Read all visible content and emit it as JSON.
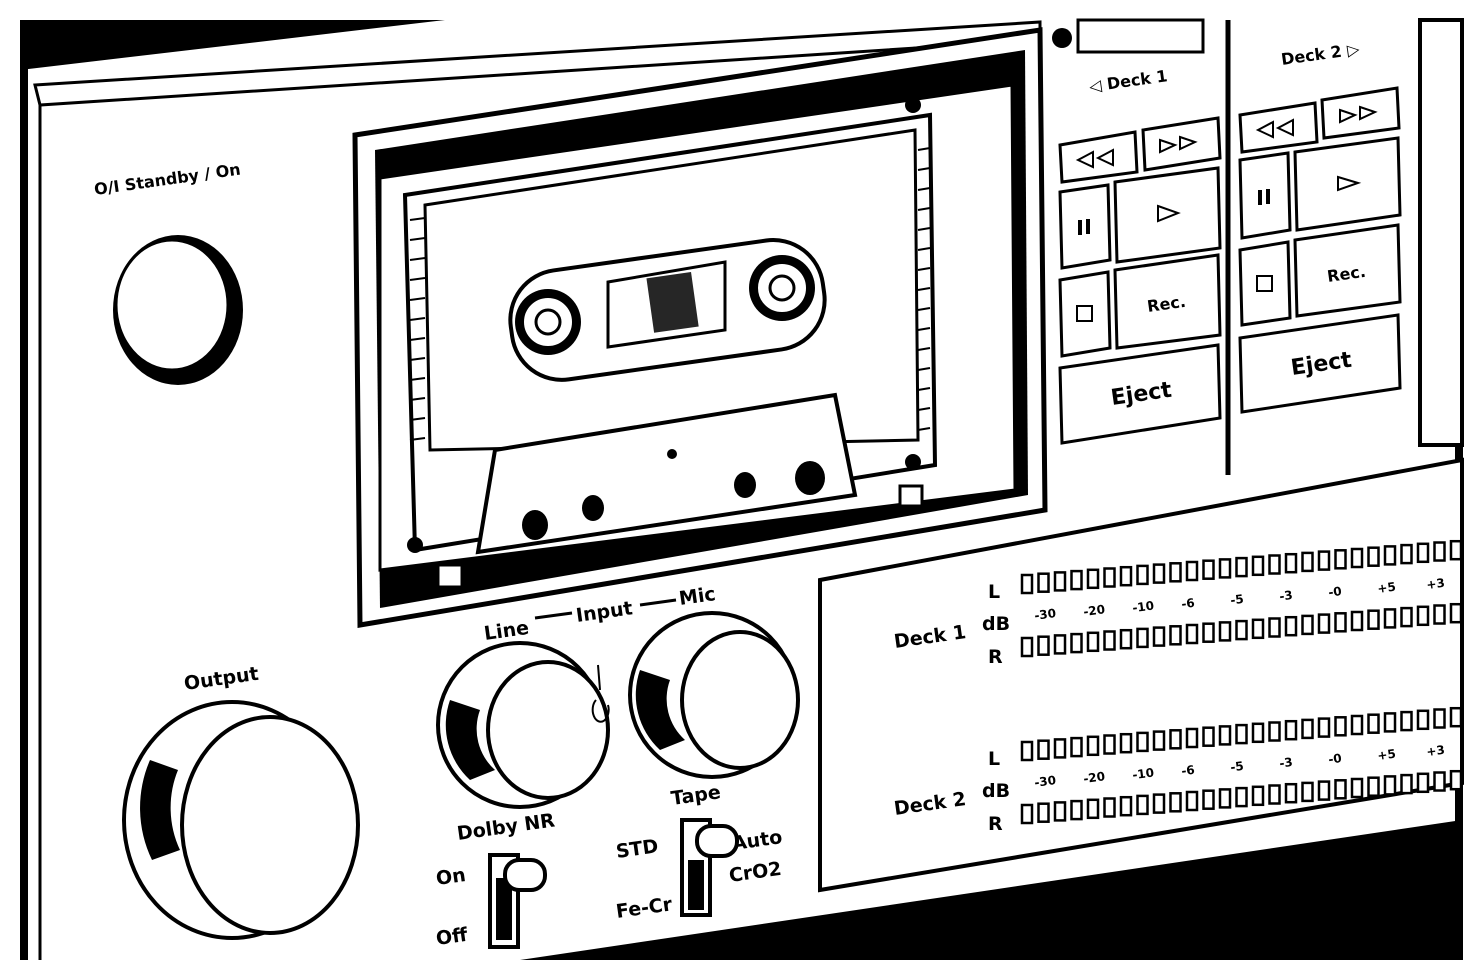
{
  "power": {
    "label": "O/I Standby / On"
  },
  "output": {
    "label": "Output"
  },
  "input": {
    "line": "Line",
    "input": "Input",
    "mic": "Mic"
  },
  "dolby": {
    "label": "Dolby NR",
    "on": "On",
    "off": "Off"
  },
  "tape": {
    "label": "Tape",
    "std": "STD",
    "fecr": "Fe-Cr",
    "auto": "Auto",
    "cro2": "CrO2"
  },
  "deck1": {
    "label": "◁ Deck 1",
    "rec": "Rec.",
    "eject": "Eject"
  },
  "deck2": {
    "label": "Deck 2 ▷",
    "rec": "Rec.",
    "eject": "Eject"
  },
  "meters": {
    "deck1": {
      "label": "Deck 1",
      "left": "L",
      "right": "R",
      "unit": "dB"
    },
    "deck2": {
      "label": "Deck 2",
      "left": "L",
      "right": "R",
      "unit": "dB"
    },
    "scale": [
      "-30",
      "-20",
      "-10",
      "-6",
      "-5",
      "-3",
      "-0",
      "+5",
      "+3"
    ]
  },
  "icons": {
    "rewind": "double-left-triangle",
    "fast_forward": "double-right-triangle",
    "pause": "pause-bars",
    "play": "right-triangle",
    "stop": "square"
  }
}
